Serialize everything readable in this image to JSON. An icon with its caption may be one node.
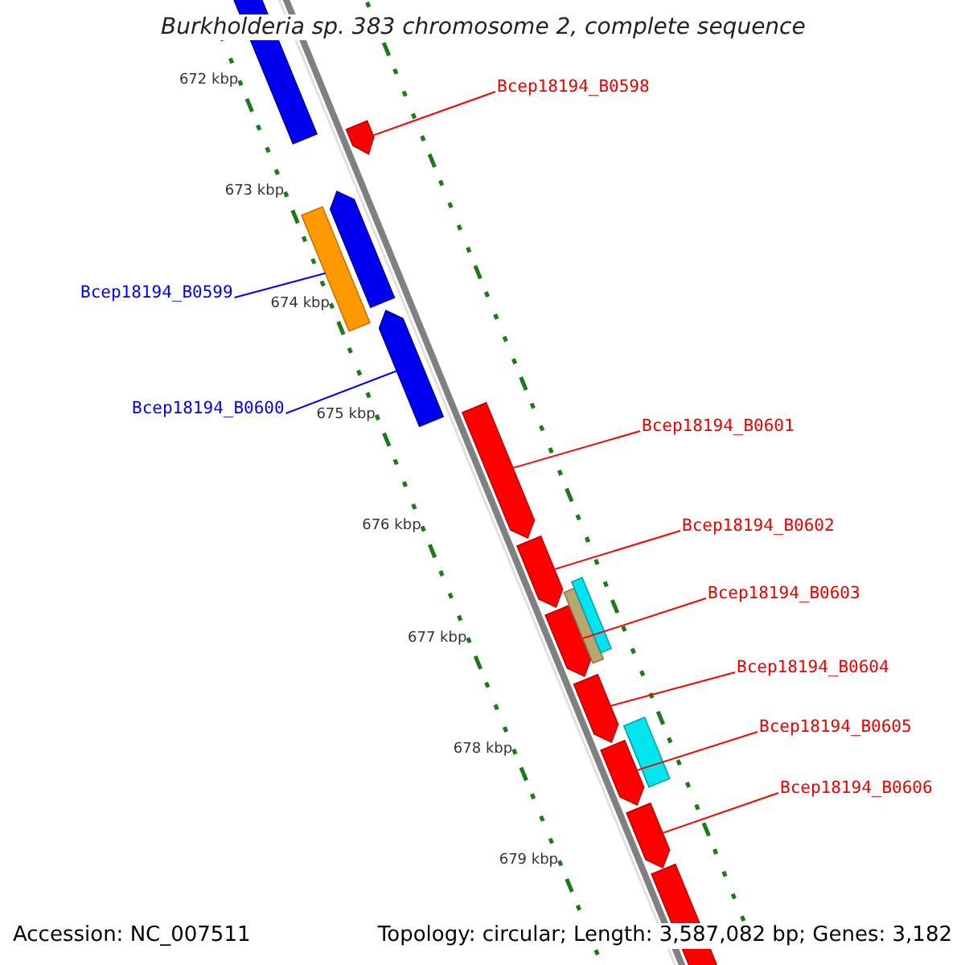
{
  "diagram": {
    "title": "Burkholderia sp. 383 chromosome 2, complete sequence",
    "nodes": [
      {
        "text": [
          "Bcep18194_B0598"
        ]
      },
      {
        "text": [],
        "shape": "arrow"
      },
      {
        "text": [
          "Bcep18194_B0599"
        ]
      },
      {
        "text": [],
        "shape": "bar"
      },
      {
        "text": [
          "Bcep18194_B0600"
        ]
      },
      {
        "text": [],
        "shape": "arrow"
      },
      {
        "text": [
          "Bcep18194_B0601"
        ]
      },
      {
        "text": [],
        "shape": "arrow"
      },
      {
        "text": [
          "Bcep18194_B0602"
        ]
      },
      {
        "text": [],
        "shape": "arrow"
      },
      {
        "text": [
          "Bcep18194_B0603"
        ]
      },
      {
        "text": [],
        "shape": "arrow"
      },
      {
        "text": [
          "Bcep18194_B0604"
        ]
      },
      {
        "text": [],
        "shape": "arrow"
      },
      {
        "text": [
          "Bcep18194_B0605"
        ]
      },
      {
        "text": [],
        "shape": "arrow"
      },
      {
        "text": [
          "Bcep18194_B0606"
        ]
      },
      {
        "text": [],
        "shape": "arrow"
      },
      {
        "text": [],
        "shape": "arrow"
      },
      {
        "text": [],
        "shape": "arrow"
      },
      {
        "text": [],
        "shape": "bar"
      },
      {
        "text": [],
        "shape": "bar"
      },
      {
        "text": [],
        "shape": "bar"
      },
      {
        "text": [],
        "shape": "arrow"
      }
    ],
    "edges": [
      {
        "from": 0,
        "to": 1,
        "arrow": "none"
      },
      {
        "from": 2,
        "to": 3,
        "arrow": "none",
        "color": "#0000ff"
      },
      {
        "from": 4,
        "to": 5,
        "arrow": "none",
        "color": "#0000ff"
      },
      {
        "from": 6,
        "to": 7,
        "arrow": "none"
      },
      {
        "from": 8,
        "to": 9,
        "arrow": "none"
      },
      {
        "from": 10,
        "to": 11,
        "arrow": "none"
      },
      {
        "from": 12,
        "to": 13,
        "arrow": "none"
      },
      {
        "from": 14,
        "to": 15,
        "arrow": "none"
      },
      {
        "from": 16,
        "to": 17,
        "arrow": "none"
      }
    ],
    "labels": [
      "672 kbp",
      "673 kbp",
      "674 kbp",
      "675 kbp",
      "676 kbp",
      "677 kbp",
      "678 kbp",
      "679 kbp",
      "Accession: NC_007511",
      "Topology: circular; Length: 3,587,082 bp; Genes: 3,182"
    ]
  }
}
